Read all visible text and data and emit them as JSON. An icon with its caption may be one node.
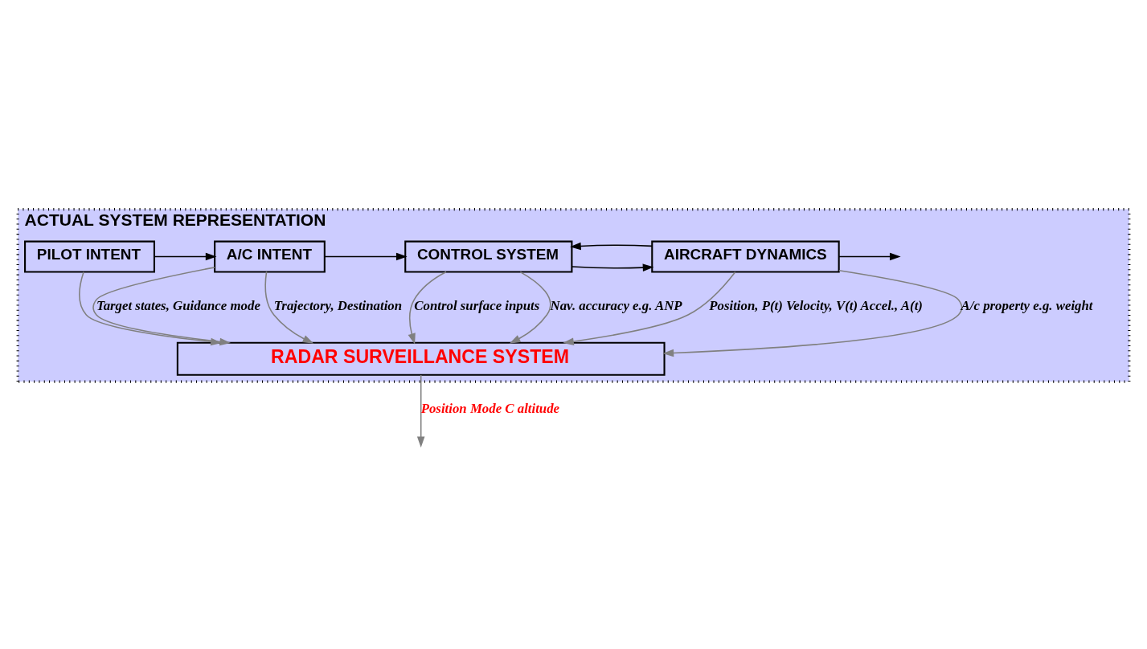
{
  "diagram": {
    "nodes": [
      {
        "text": [
          "ACTUAL SYSTEM REPRESENTATION"
        ]
      },
      {
        "text": [
          "PILOT INTENT"
        ],
        "in": 0
      },
      {
        "text": [
          "A/C INTENT"
        ],
        "in": 0
      },
      {
        "text": [
          "CONTROL SYSTEM"
        ],
        "in": 0
      },
      {
        "text": [
          "AIRCRAFT DYNAMICS"
        ],
        "in": 0
      },
      {
        "text": [
          "RADAR SURVEILLANCE SYSTEM"
        ],
        "in": 0
      }
    ],
    "edges": [
      {
        "from": 1,
        "to": 2,
        "arrow": "to",
        "color": "#000000"
      },
      {
        "from": 2,
        "to": 3,
        "arrow": "to",
        "color": "#000000"
      },
      {
        "from": 3,
        "to": 4,
        "arrow": "to",
        "color": "#000000"
      },
      {
        "from": 4,
        "to": null,
        "arrow": "to",
        "color": "#000000"
      },
      {
        "from": 4,
        "to": 3,
        "arrow": "to",
        "color": "#000000"
      },
      {
        "from": 1,
        "to": 5,
        "arrow": "to",
        "color": "#808080"
      },
      {
        "from": 2,
        "to": 5,
        "arrow": "to",
        "label": "Trajectory, Destination",
        "color": "#808080"
      },
      {
        "from": 2,
        "to": 5,
        "arrow": "to",
        "label": "Target states, Guidance mode",
        "color": "#808080"
      },
      {
        "from": 3,
        "to": 5,
        "arrow": "to",
        "label": "Nav. accuracy e.g. ANP",
        "color": "#808080"
      },
      {
        "from": 3,
        "to": 5,
        "arrow": "to",
        "label": "Control surface inputs",
        "color": "#808080"
      },
      {
        "from": 4,
        "to": 5,
        "arrow": "to",
        "label": "A/c property e.g. weight",
        "color": "#808080"
      },
      {
        "from": 4,
        "to": 5,
        "arrow": "to",
        "label": "Position, P(t) Velocity, V(t) Accel., A(t)",
        "color": "#808080"
      },
      {
        "from": 5,
        "to": null,
        "arrow": "to",
        "label": "Position Mode C altitude",
        "color": "#808080"
      }
    ]
  }
}
